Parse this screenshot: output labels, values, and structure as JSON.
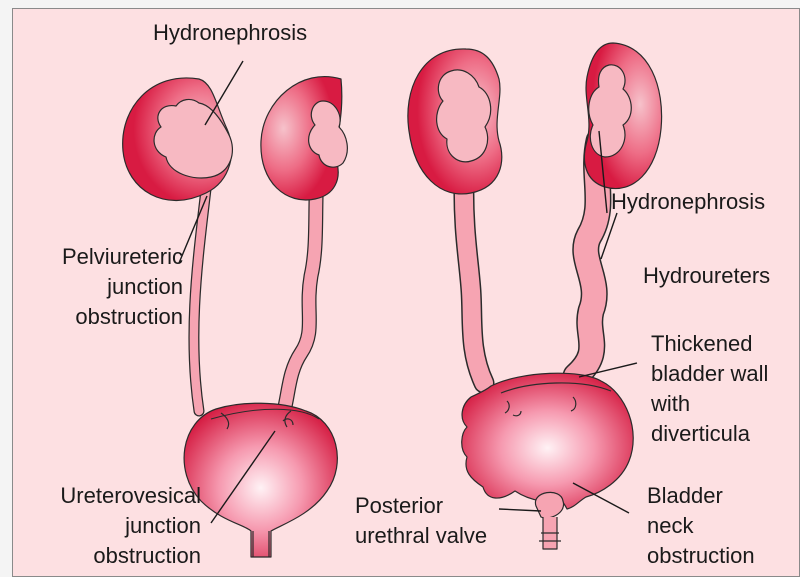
{
  "labels": {
    "hydronephrosis_left": "Hydronephrosis",
    "pelviureteric": [
      "Pelviureteric",
      "junction",
      "obstruction"
    ],
    "ureterovesical": [
      "Ureterovesical",
      "junction",
      "obstruction"
    ],
    "hydronephrosis_right": "Hydronephrosis",
    "hydroureters": "Hydroureters",
    "thickened": [
      "Thickened",
      "bladder wall",
      "with",
      "diverticula"
    ],
    "posterior": [
      "Posterior",
      "urethral valve"
    ],
    "bladder_neck": [
      "Bladder",
      "neck",
      "obstruction"
    ]
  },
  "colors": {
    "background": "#fde0e2",
    "kidney_cortex": "#dc1f45",
    "kidney_pelvis": "#f7b9c2",
    "ureter": "#f6a4b2",
    "bladder_dark": "#d81b42",
    "bladder_light": "#ffe4ec"
  }
}
